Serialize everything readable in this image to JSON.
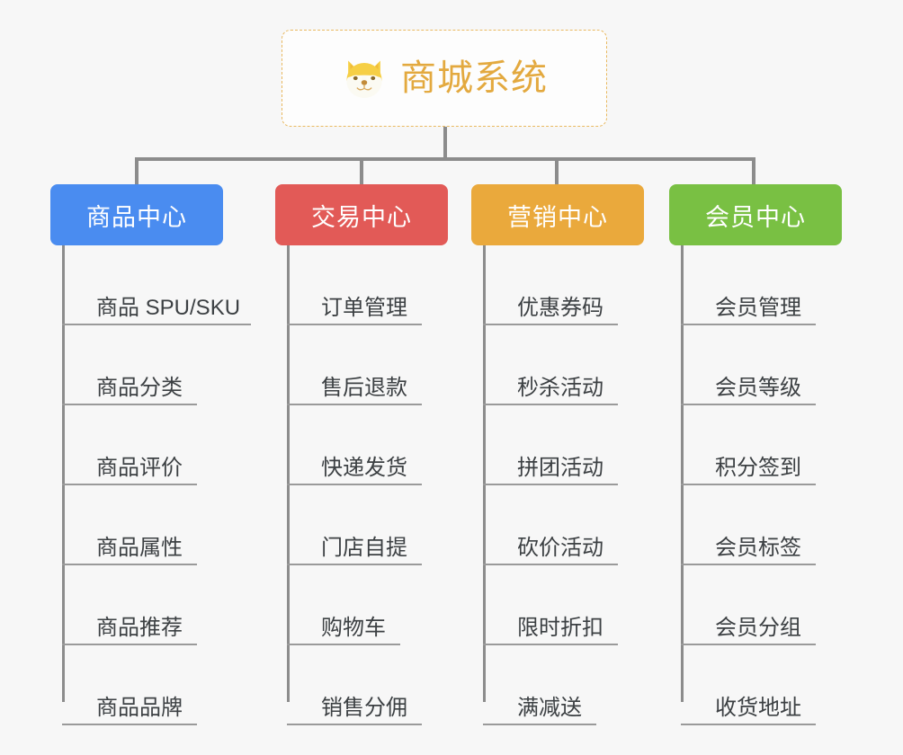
{
  "page": {
    "background_color": "#f7f7f7",
    "type": "mind-map"
  },
  "root": {
    "title": "商城系统",
    "icon": "shiba-dog-face-emoji",
    "border_color": "#e9b960",
    "text_color": "#e3a93f"
  },
  "connector": {
    "color": "#8c8c8c"
  },
  "branches": [
    {
      "label": "商品中心",
      "color": "#4a8cf0",
      "items": [
        {
          "label": "商品 SPU/SKU",
          "underline": 210
        },
        {
          "label": "商品分类",
          "underline": 150
        },
        {
          "label": "商品评价",
          "underline": 150
        },
        {
          "label": "商品属性",
          "underline": 150
        },
        {
          "label": "商品推荐",
          "underline": 150
        },
        {
          "label": "商品品牌",
          "underline": 150
        }
      ]
    },
    {
      "label": "交易中心",
      "color": "#e25a57",
      "items": [
        {
          "label": "订单管理",
          "underline": 150
        },
        {
          "label": "售后退款",
          "underline": 150
        },
        {
          "label": "快递发货",
          "underline": 150
        },
        {
          "label": "门店自提",
          "underline": 150
        },
        {
          "label": "购物车",
          "underline": 126
        },
        {
          "label": "销售分佣",
          "underline": 150
        }
      ]
    },
    {
      "label": "营销中心",
      "color": "#eaa93c",
      "items": [
        {
          "label": "优惠券码",
          "underline": 150
        },
        {
          "label": "秒杀活动",
          "underline": 150
        },
        {
          "label": "拼团活动",
          "underline": 150
        },
        {
          "label": "砍价活动",
          "underline": 150
        },
        {
          "label": "限时折扣",
          "underline": 150
        },
        {
          "label": "满减送",
          "underline": 126
        }
      ]
    },
    {
      "label": "会员中心",
      "color": "#79c043",
      "items": [
        {
          "label": "会员管理",
          "underline": 150
        },
        {
          "label": "会员等级",
          "underline": 150
        },
        {
          "label": "积分签到",
          "underline": 150
        },
        {
          "label": "会员标签",
          "underline": 150
        },
        {
          "label": "会员分组",
          "underline": 150
        },
        {
          "label": "收货地址",
          "underline": 150
        }
      ]
    }
  ]
}
